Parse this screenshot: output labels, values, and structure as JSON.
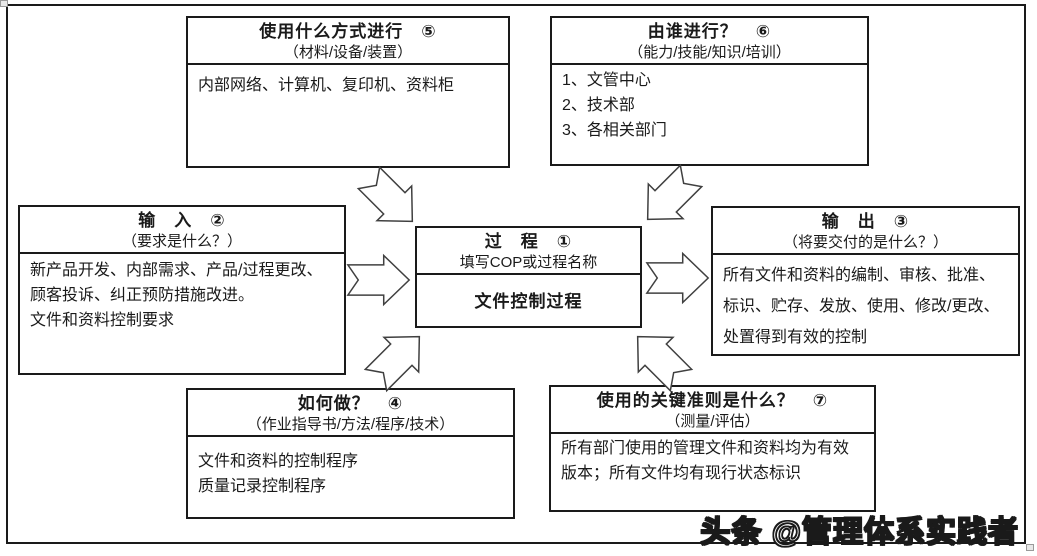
{
  "page": {
    "background": "#ffffff",
    "line_color": "#1a1a1a",
    "arrow_stroke": "#404040"
  },
  "watermark": "头条 @管理体系实践者",
  "boxes": {
    "process": {
      "title": "过　程　①",
      "subtitle": "填写COP或过程名称",
      "content": "文件控制过程"
    },
    "input": {
      "title": "输　入　②",
      "subtitle": "（要求是什么？）",
      "lines": [
        "新产品开发、内部需求、产品/过程更改、",
        "顾客投诉、纠正预防措施改进。",
        "文件和资料控制要求"
      ]
    },
    "output": {
      "title": "输　出　③",
      "subtitle": "（将要交付的是什么？）",
      "lines": [
        "所有文件和资料的编制、审核、批准、",
        "标识、贮存、发放、使用、修改/更改、",
        "处置得到有效的控制"
      ]
    },
    "how": {
      "title": "如何做？　④",
      "subtitle": "（作业指导书/方法/程序/技术）",
      "lines": [
        "文件和资料的控制程序",
        "质量记录控制程序"
      ]
    },
    "method": {
      "title": "使用什么方式进行　⑤",
      "subtitle": "（材料/设备/装置）",
      "lines": [
        "内部网络、计算机、复印机、资料柜"
      ]
    },
    "who": {
      "title": "由谁进行？　⑥",
      "subtitle": "（能力/技能/知识/培训）",
      "lines": [
        "1、文管中心",
        "2、技术部",
        "3、各相关部门"
      ]
    },
    "criteria": {
      "title": "使用的关键准则是什么？　⑦",
      "subtitle": "（测量/评估）",
      "lines": [
        "所有部门使用的管理文件和资料均为有效",
        "版本；所有文件均有现行状态标识"
      ]
    }
  }
}
